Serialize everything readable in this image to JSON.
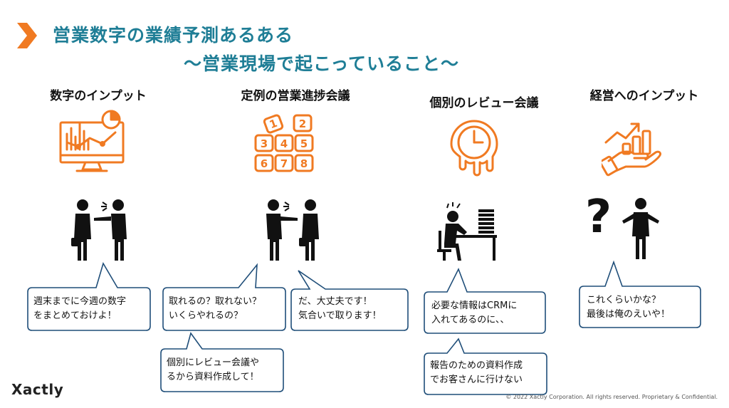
{
  "title": {
    "line1": "営業数字の業績予測あるある",
    "line2": "～営業現場で起こっていること～"
  },
  "columns": [
    {
      "heading": "数字のインプット"
    },
    {
      "heading": "定例の営業進捗会議"
    },
    {
      "heading": "個別のレビュー会議"
    },
    {
      "heading": "経営へのインプット"
    }
  ],
  "numbers_icon": {
    "digits": [
      "1",
      "2",
      "3",
      "4",
      "5",
      "6",
      "7",
      "8"
    ]
  },
  "bubbles": {
    "b1": {
      "line1": "週末までに今週の数字",
      "line2": "をまとめておけよ！"
    },
    "b2": {
      "line1": "取れるの？取れない？",
      "line2": "いくらやれるの？"
    },
    "b3": {
      "line1": "だ、大丈夫です！",
      "line2": "気合いで取ります！"
    },
    "b4": {
      "line1": "個別にレビュー会議や",
      "line2": "るから資料作成して！"
    },
    "b5": {
      "line1": "必要な情報はCRMに",
      "line2": "入れてあるのに、、"
    },
    "b6": {
      "line1": "報告のための資料作成",
      "line2": "でお客さんに行けない"
    },
    "b7": {
      "line1": "これくらいかな？",
      "line2": "最後は俺のえいや！"
    }
  },
  "question_mark": "?",
  "footer": {
    "logo": "Xactly",
    "copyright": "© 2022 Xactly Corporation. All rights reserved. Proprietary & Confidential."
  },
  "colors": {
    "accent": "#f07a22",
    "title": "#1f7e96",
    "bubble_border": "#1f4e79"
  }
}
